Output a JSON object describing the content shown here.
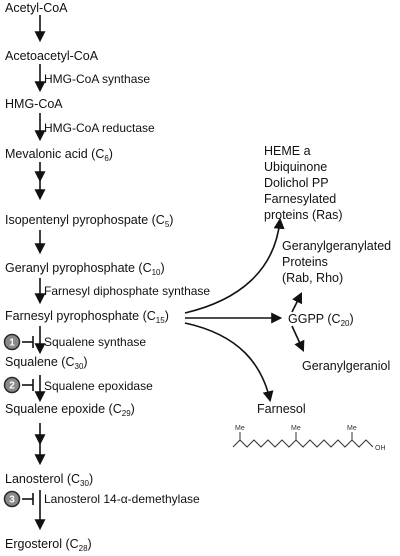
{
  "pathway": {
    "metabolites": {
      "acetyl_coa": "Acetyl-CoA",
      "acetoacetyl_coa": "Acetoacetyl-CoA",
      "hmg_coa": "HMG-CoA",
      "mevalonic_acid": "Mevalonic acid (C",
      "mevalonic_acid_sub": "6",
      "isopentenyl_pp": "Isopentenyl pyrophospate (C",
      "isopentenyl_pp_sub": "5",
      "geranyl_pp": "Geranyl pyrophosphate (C",
      "geranyl_pp_sub": "10",
      "farnesyl_pp": "Farnesyl pyrophosphate (C",
      "farnesyl_pp_sub": "15",
      "squalene": "Squalene (C",
      "squalene_sub": "30",
      "squalene_epoxide": "Squalene epoxide (C",
      "squalene_epoxide_sub": "29",
      "lanosterol": "Lanosterol (C",
      "lanosterol_sub": "30",
      "ergosterol": "Ergosterol (C",
      "ergosterol_sub": "28",
      "close_paren": ")"
    },
    "enzymes": {
      "hmg_coa_synthase": "HMG-CoA synthase",
      "hmg_coa_reductase": "HMG-CoA reductase",
      "farnesyl_diphosphate_synthase": "Farnesyl diphosphate synthase",
      "squalene_synthase": "Squalene synthase",
      "squalene_epoxidase": "Squalene epoxidase",
      "lanosterol_demethylase": "Lanosterol 14-α-demethylase"
    },
    "inhibitor_badges": [
      "1",
      "2",
      "3"
    ],
    "branches": {
      "heme_group": [
        "HEME a",
        "Ubiquinone",
        "Dolichol PP",
        "Farnesylated",
        "proteins (Ras)"
      ],
      "geranylgeranylated": [
        "Geranylgeranylated",
        "Proteins",
        "(Rab, Rho)"
      ],
      "ggpp": "GGPP (C",
      "ggpp_sub": "20",
      "geranylgeraniol": "Geranylgeraniol",
      "farnesol": "Farnesol",
      "farnesol_structure_me": "Me",
      "farnesol_structure_oh": "OH"
    },
    "colors": {
      "line": "#111111",
      "badge_fill": "#8a8a8a",
      "badge_stroke": "#2a2a2a"
    }
  }
}
